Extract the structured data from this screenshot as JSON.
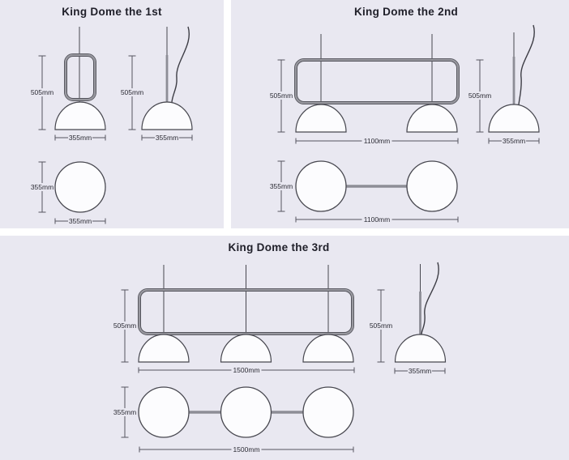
{
  "colors": {
    "panel_background": "#e9e8f1",
    "divider": "#ffffff",
    "outline": "#47474f",
    "tube_gray": "#98989f",
    "text": "#20202a"
  },
  "panels": [
    {
      "title": "King Dome the 1st",
      "dimensions": {
        "front_framed": {
          "height": "505mm",
          "width": "355mm"
        },
        "front_cord": {
          "height": "505mm",
          "width": "355mm"
        },
        "top_view": {
          "height": "355mm",
          "width": "355mm"
        }
      }
    },
    {
      "title": "King Dome the 2nd",
      "dimensions": {
        "front": {
          "height": "505mm",
          "width": "1100mm"
        },
        "front_cord": {
          "height": "505mm",
          "width": "355mm"
        },
        "top_view": {
          "height": "355mm",
          "width": "1100mm"
        }
      }
    },
    {
      "title": "King Dome the 3rd",
      "dimensions": {
        "front": {
          "height": "505mm",
          "width": "1500mm"
        },
        "front_cord": {
          "height": "505mm",
          "width": "355mm"
        },
        "top_view": {
          "height": "355mm",
          "width": "1500mm"
        }
      }
    }
  ]
}
